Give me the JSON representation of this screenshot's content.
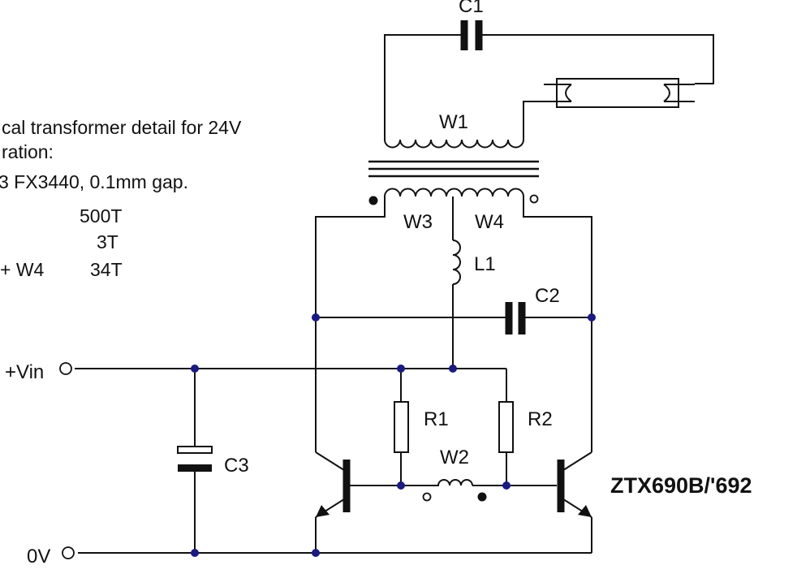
{
  "note": {
    "line1": "cal transformer detail for 24V",
    "line2": "ration:",
    "line3": "3 FX3440, 0.1mm gap.",
    "rows": [
      {
        "label": "",
        "value": "500T"
      },
      {
        "label": "",
        "value": "3T"
      },
      {
        "label": "+ W4",
        "value": "34T"
      }
    ]
  },
  "labels": {
    "c1": "C1",
    "w1": "W1",
    "w3": "W3",
    "w4": "W4",
    "l1": "L1",
    "c2": "C2",
    "vin": "+Vin",
    "zero_v": "0V",
    "r1": "R1",
    "r2": "R2",
    "w2": "W2",
    "c3": "C3",
    "transistor": "ZTX690B/'692"
  },
  "colors": {
    "wire": "#111111",
    "junction": "#1a1a80",
    "background": "#ffffff"
  }
}
